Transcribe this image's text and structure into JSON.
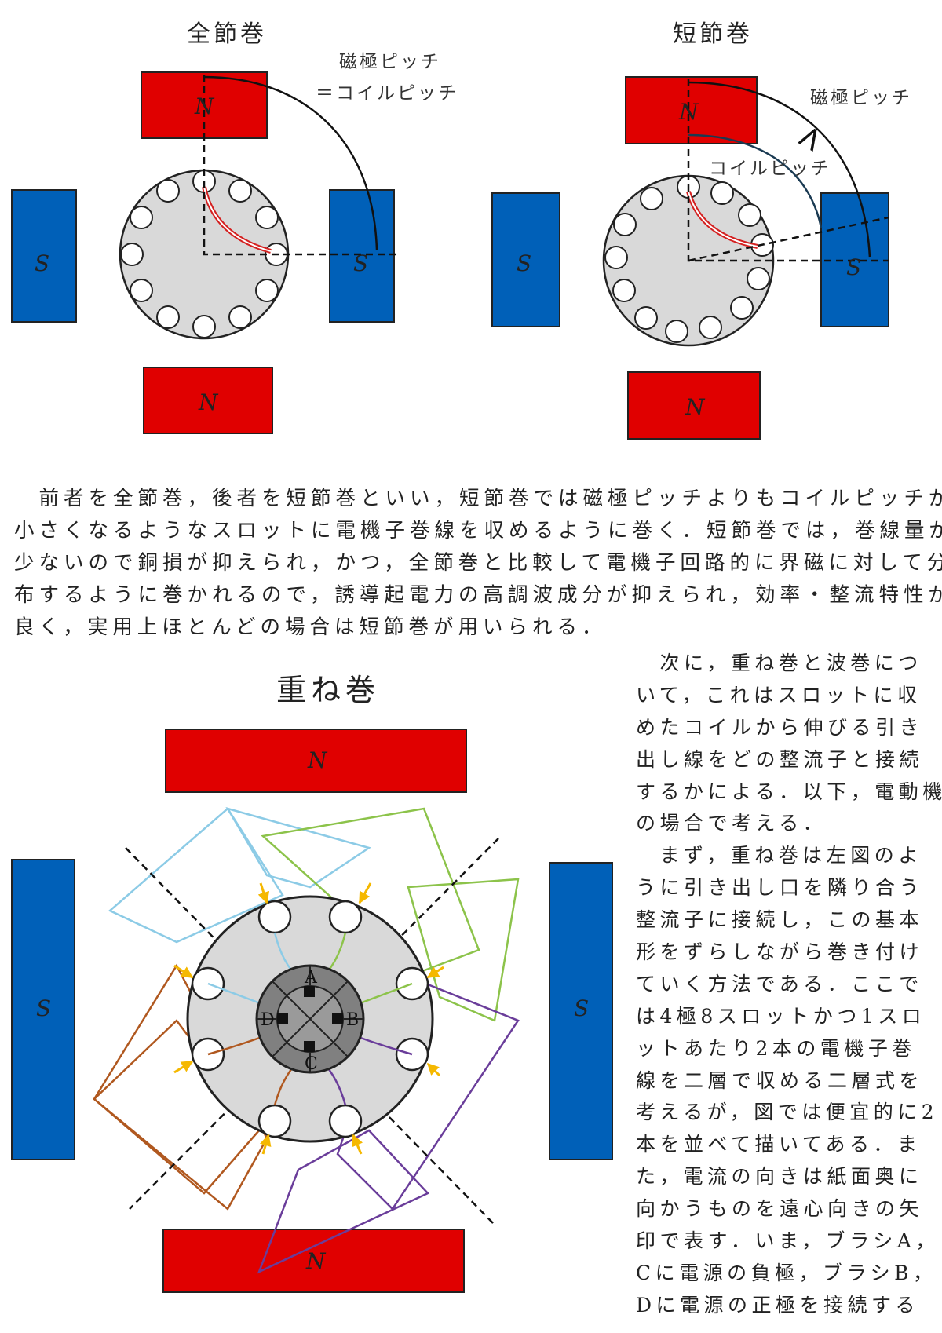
{
  "figures": {
    "full_pitch": {
      "title": "全節巻",
      "annotation_line1": "磁極ピッチ",
      "annotation_line2": "＝コイルピッチ",
      "poles": {
        "top": "N",
        "bottom": "N",
        "left": "S",
        "right": "S"
      }
    },
    "short_pitch": {
      "title": "短節巻",
      "annotation_top": "磁極ピッチ",
      "comparator": ">",
      "annotation_bottom": "コイルピッチ",
      "poles": {
        "top": "N",
        "bottom": "N",
        "left": "S",
        "right": "S"
      }
    },
    "lap_winding": {
      "title": "重ね巻",
      "poles": {
        "top": "N",
        "bottom": "N",
        "left": "S",
        "right": "S"
      },
      "brushes": [
        "A",
        "B",
        "C",
        "D"
      ]
    }
  },
  "paragraph_main": [
    "　前者を全節巻，後者を短節巻といい，短節巻では磁極ピッチよりもコイルピッチが",
    "小さくなるようなスロットに電機子巻線を収めるように巻く．短節巻では，巻線量が",
    "少ないので銅損が抑えられ，かつ，全節巻と比較して電機子回路的に界磁に対して分",
    "布するように巻かれるので，誘導起電力の高調波成分が抑えられ，効率・整流特性が",
    "良く，実用上ほとんどの場合は短節巻が用いられる．"
  ],
  "paragraph_side": [
    "　次に，重ね巻と波巻につ",
    "いて，これはスロットに収",
    "めたコイルから伸びる引き",
    "出し線をどの整流子と接続",
    "するかによる．以下，電動機",
    "の場合で考える．",
    "　まず，重ね巻は左図のよ",
    "うに引き出し口を隣り合う",
    "整流子に接続し，この基本",
    "形をずらしながら巻き付け",
    "ていく方法である．ここで",
    "は4極8スロットかつ1スロ",
    "ットあたり2本の電機子巻",
    "線を二層で収める二層式を",
    "考えるが，図では便宜的に2",
    "本を並べて描いてある．ま",
    "た，電流の向きは紙面奥に",
    "向かうものを遠心向きの矢",
    "印で表す．いま，ブラシA，",
    "Cに電源の負極，ブラシB，",
    "Dに電源の正極を接続する"
  ],
  "colors": {
    "north_pole": "#e00000",
    "south_pole": "#0060b8",
    "armature": "#d9d9d9",
    "commutator": "#808080",
    "coil_highlight": "#d42020",
    "coil_blue": "#8ccbe6",
    "coil_green": "#8cc34a",
    "coil_purple": "#6a3d9a",
    "coil_brown": "#b0581f",
    "arrow": "#f5b800"
  }
}
